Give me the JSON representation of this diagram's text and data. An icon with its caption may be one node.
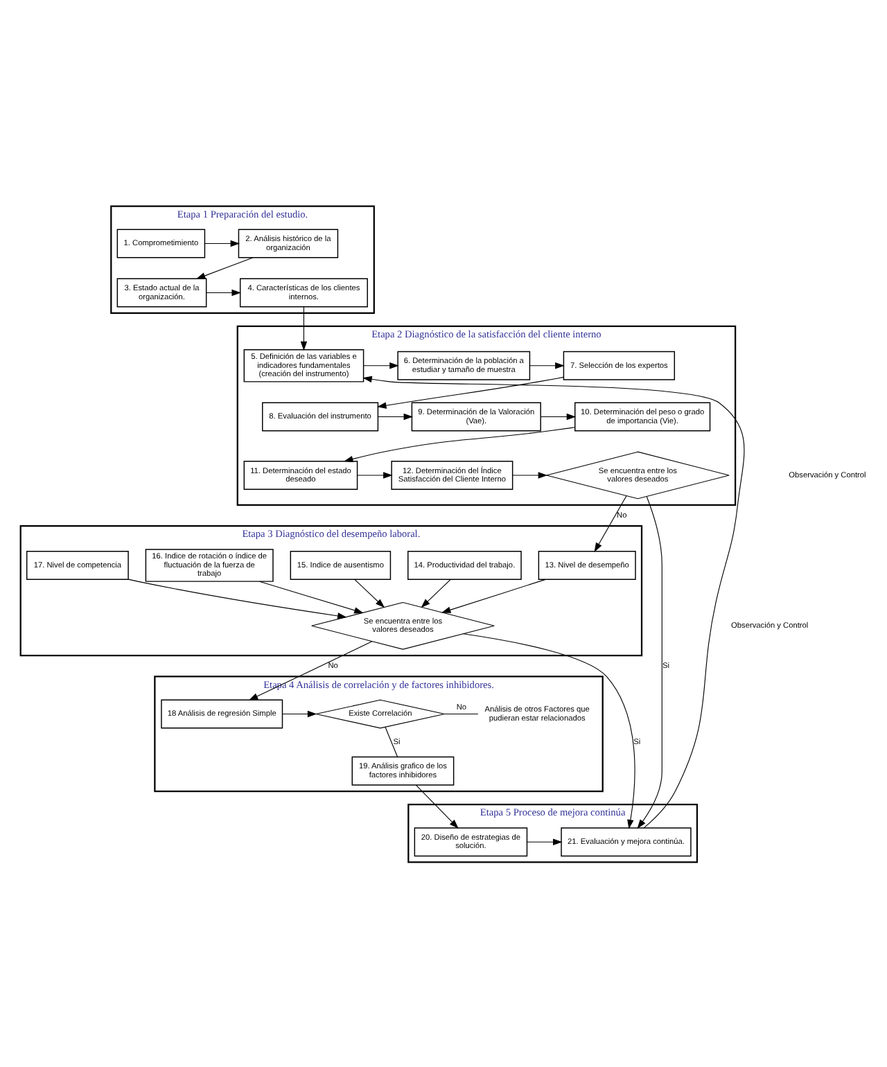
{
  "diagram": {
    "nodes": [
      {
        "text": [
          "Etapa 1 Preparación del estudio."
        ]
      },
      {
        "text": [
          "1. Comprometimiento"
        ],
        "in": 0
      },
      {
        "text": [
          "2. Análisis histórico de la organización"
        ],
        "in": 0
      },
      {
        "text": [
          "3. Estado actual de la organización."
        ],
        "in": 0
      },
      {
        "text": [
          "4. Características de los clientes internos."
        ],
        "in": 0
      },
      {
        "text": [
          "Etapa 2 Diagnóstico de la satisfacción del cliente interno"
        ]
      },
      {
        "text": [
          "5. Definición de las variables e indicadores fundamentales (creación del instrumento)"
        ],
        "in": 5
      },
      {
        "text": [
          "6. Determinación de la población a estudiar y tamaño de muestra"
        ],
        "in": 5
      },
      {
        "text": [
          "7. Selección de los expertos"
        ],
        "in": 5
      },
      {
        "text": [
          "8. Evaluación del instrumento"
        ],
        "in": 5
      },
      {
        "text": [
          "9. Determinación de la Valoración (Vae)."
        ],
        "in": 5
      },
      {
        "text": [
          "10. Determinación del peso o grado de importancia (Vie)."
        ],
        "in": 5
      },
      {
        "text": [
          "11. Determinación del estado deseado"
        ],
        "in": 5
      },
      {
        "text": [
          "12. Determinación del Índice Satisfacción del Cliente Interno"
        ],
        "in": 5
      },
      {
        "text": [
          "Se encuentra entre los valores deseados"
        ],
        "in": 5
      },
      {
        "text": [
          "Etapa 3 Diagnóstico del desempeño laboral."
        ]
      },
      {
        "text": [
          "13. Nivel de desempeño"
        ],
        "in": 15
      },
      {
        "text": [
          "14. Productividad del trabajo."
        ],
        "in": 15
      },
      {
        "text": [
          "15. Indice de ausentismo"
        ],
        "in": 15
      },
      {
        "text": [
          "16. Indice de rotación o índice de fluctuación de la fuerza de trabajo"
        ],
        "in": 15
      },
      {
        "text": [
          "17. Nivel de competencia"
        ],
        "in": 15
      },
      {
        "text": [
          "Se encuentra entre los valores deseados"
        ],
        "in": 15
      },
      {
        "text": [
          "Etapa 4 Análisis de correlación y de factores inhibidores."
        ]
      },
      {
        "text": [
          "18 Análisis de regresión Simple"
        ],
        "in": 22
      },
      {
        "text": [
          "Existe Correlación"
        ],
        "in": 22
      },
      {
        "text": [
          "Análisis de otros Factores que pudieran estar relacionados"
        ],
        "in": 22
      },
      {
        "text": [
          "19. Análisis grafico de los factores inhibidores"
        ],
        "in": 22
      },
      {
        "text": [
          "Etapa 5 Proceso de mejora continúa"
        ]
      },
      {
        "text": [
          "20. Diseño de estrategias de solución."
        ],
        "in": 27
      },
      {
        "text": [
          "21. Evaluación y mejora continúa."
        ],
        "in": 27
      }
    ],
    "edges": [
      {
        "from": 1,
        "to": 2,
        "arrow": "to"
      },
      {
        "from": 2,
        "to": 3,
        "arrow": "to"
      },
      {
        "from": 3,
        "to": 4,
        "arrow": "to"
      },
      {
        "from": 4,
        "to": 6,
        "arrow": "to"
      },
      {
        "from": 29,
        "to": 6,
        "arrow": "to"
      },
      {
        "from": 6,
        "to": 7,
        "arrow": "to"
      },
      {
        "from": 7,
        "to": 8,
        "arrow": "to"
      },
      {
        "from": 8,
        "to": 9,
        "arrow": "to"
      },
      {
        "from": 9,
        "to": 10,
        "arrow": "to"
      },
      {
        "from": 10,
        "to": 11,
        "arrow": "to"
      },
      {
        "from": 11,
        "to": 12,
        "arrow": "to"
      },
      {
        "from": 12,
        "to": 13,
        "arrow": "to"
      },
      {
        "from": 13,
        "to": 14,
        "arrow": "to"
      },
      {
        "from": 14,
        "to": 16,
        "label": "No",
        "arrow": "to"
      },
      {
        "from": 14,
        "to": 29,
        "label": "Si",
        "arrow": "to"
      },
      {
        "from": 16,
        "to": 21,
        "arrow": "to"
      },
      {
        "from": 17,
        "to": 21,
        "arrow": "to"
      },
      {
        "from": 18,
        "to": 21,
        "arrow": "to"
      },
      {
        "from": 19,
        "to": 21,
        "arrow": "to"
      },
      {
        "from": 20,
        "to": 21,
        "arrow": "to"
      },
      {
        "from": 21,
        "to": 23,
        "label": "No",
        "arrow": "to"
      },
      {
        "from": 21,
        "to": 29,
        "label": "Si",
        "arrow": "to"
      },
      {
        "from": 23,
        "to": 24,
        "arrow": "to"
      },
      {
        "from": 24,
        "to": 25,
        "label": "No",
        "arrow": "none"
      },
      {
        "from": 24,
        "to": 26,
        "label": "Si",
        "arrow": "none"
      },
      {
        "from": 26,
        "to": 28,
        "arrow": "to"
      },
      {
        "from": 28,
        "to": 29,
        "arrow": "to"
      }
    ],
    "labels": [
      "Observación y Control",
      "Observación y Control"
    ]
  }
}
